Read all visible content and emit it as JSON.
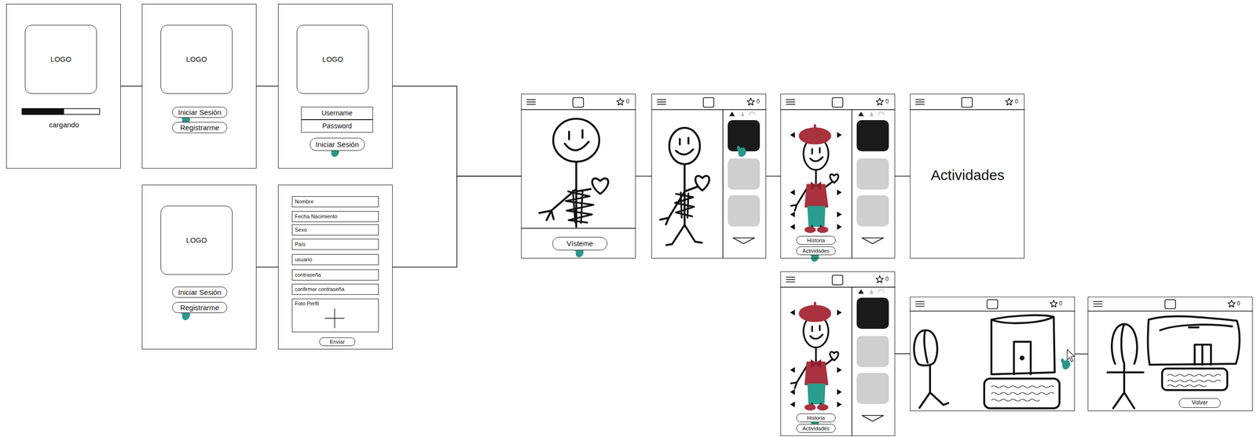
{
  "diagram": {
    "nodes": [
      {
        "text": [
          "cargando"
        ]
      },
      {
        "text": [
          "LOGO"
        ],
        "in": 0
      },
      {
        "text": []
      },
      {
        "text": [
          "LOGO"
        ],
        "in": 2
      },
      {
        "text": [
          "Iniciar Sesión"
        ],
        "in": 2
      },
      {
        "text": [
          "Registrarme"
        ],
        "in": 2
      },
      {
        "text": []
      },
      {
        "text": [
          "LOGO"
        ],
        "in": 6
      },
      {
        "text": [
          "Username"
        ],
        "in": 6
      },
      {
        "text": [
          "Password"
        ],
        "in": 6
      },
      {
        "text": [
          "Iniciar Sesión"
        ],
        "in": 6
      },
      {
        "text": []
      },
      {
        "text": [
          "LOGO"
        ],
        "in": 11
      },
      {
        "text": [
          "Iniciar Sesión"
        ],
        "in": 11
      },
      {
        "text": [
          "Registrarme"
        ],
        "in": 11
      },
      {
        "text": []
      },
      {
        "text": [
          "Nombre"
        ],
        "in": 15
      },
      {
        "text": [
          "Fecha Nacimiento"
        ],
        "in": 15
      },
      {
        "text": [
          "Sexo"
        ],
        "in": 15
      },
      {
        "text": [
          "País"
        ],
        "in": 15
      },
      {
        "text": [
          "usuario"
        ],
        "in": 15
      },
      {
        "text": [
          "contraseña"
        ],
        "in": 15
      },
      {
        "text": [
          "confirmar contraseña"
        ],
        "in": 15
      },
      {
        "text": [
          "Foto Perfil"
        ],
        "in": 15
      },
      {
        "text": [
          "Enviar"
        ],
        "in": 15
      },
      {
        "text": [
          "0"
        ]
      },
      {
        "text": [
          "Vísteme"
        ],
        "in": 25
      },
      {
        "text": [
          "0"
        ]
      },
      {
        "text": [
          "0"
        ]
      },
      {
        "text": [
          "Historia"
        ],
        "in": 28
      },
      {
        "text": [
          "Actividades"
        ],
        "in": 28
      },
      {
        "text": [
          "0",
          "Actividades"
        ]
      },
      {
        "text": [
          "0"
        ]
      },
      {
        "text": [
          "Historia"
        ],
        "in": 32
      },
      {
        "text": [
          "Actividades"
        ],
        "in": 32
      },
      {
        "text": [
          "0"
        ]
      },
      {
        "text": [
          "0"
        ]
      },
      {
        "text": [
          "Volver"
        ],
        "in": 36
      }
    ],
    "edges": [
      {
        "from": 0,
        "to": 2,
        "arrow": "none"
      },
      {
        "from": 2,
        "to": 6,
        "arrow": "none"
      },
      {
        "from": 11,
        "to": 15,
        "arrow": "none"
      },
      {
        "from": 6,
        "to": 25,
        "arrow": "none"
      },
      {
        "from": 15,
        "to": 25,
        "arrow": "none"
      },
      {
        "from": 25,
        "to": 27,
        "arrow": "none"
      },
      {
        "from": 27,
        "to": 28,
        "arrow": "none"
      },
      {
        "from": 28,
        "to": 31,
        "arrow": "none"
      },
      {
        "from": 32,
        "to": 35,
        "arrow": "none"
      },
      {
        "from": 35,
        "to": 36,
        "arrow": "none"
      }
    ]
  }
}
